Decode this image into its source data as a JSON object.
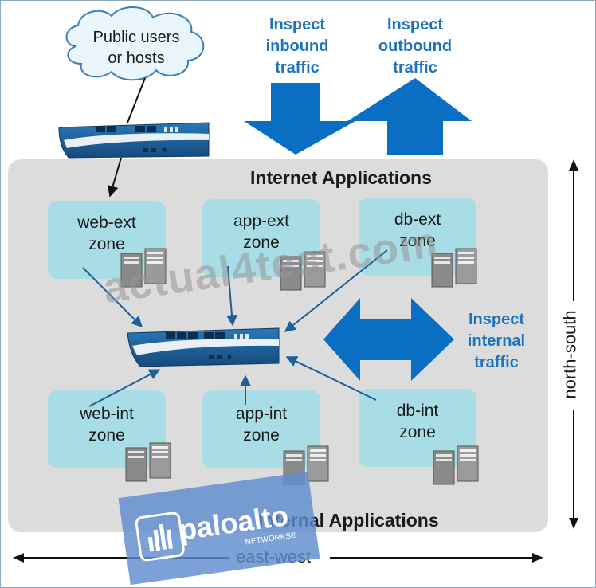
{
  "cloud": {
    "line1": "Public users",
    "line2": "or hosts"
  },
  "labels": {
    "inbound": [
      "Inspect",
      "inbound",
      "traffic"
    ],
    "outbound": [
      "Inspect",
      "outbound",
      "traffic"
    ],
    "internal": [
      "Inspect",
      "internal",
      "traffic"
    ],
    "internet_apps": "Internet Applications",
    "internal_apps": "Internal Applications",
    "north_south": "north-south",
    "east_west": "east-west"
  },
  "zones": [
    {
      "line1": "web-ext",
      "line2": "zone"
    },
    {
      "line1": "app-ext",
      "line2": "zone"
    },
    {
      "line1": "db-ext",
      "line2": "zone"
    },
    {
      "line1": "web-int",
      "line2": "zone"
    },
    {
      "line1": "app-int",
      "line2": "zone"
    },
    {
      "line1": "db-int",
      "line2": "zone"
    }
  ],
  "watermark": "actual4test.com",
  "logo": {
    "name": "paloalto",
    "sub": "NETWORKS®"
  },
  "colors": {
    "accent_blue": "#0a6fc2",
    "text_blue": "#1e73be",
    "zone_fill": "#a9dde6",
    "panel_fill": "#dcdcdc",
    "firewall_blue": "#1c5f9a"
  },
  "icons": [
    "cloud-icon",
    "firewall-icon",
    "server-icon"
  ]
}
